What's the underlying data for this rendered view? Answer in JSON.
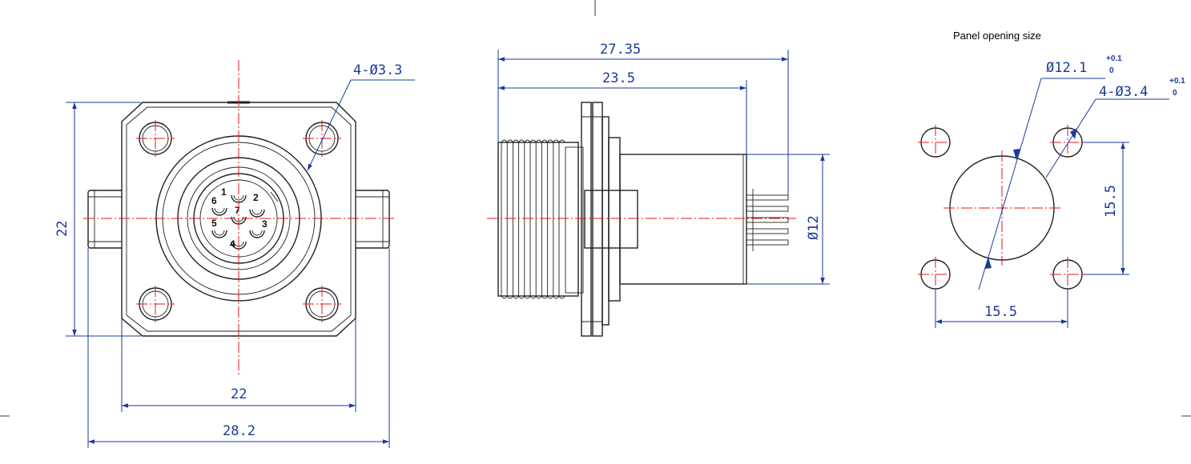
{
  "front_view": {
    "hole_callout": "4-Ø3.3",
    "dim_height": "22",
    "dim_hole_spacing": "22",
    "dim_overall_width": "28.2",
    "pin_labels": [
      "1",
      "2",
      "3",
      "4",
      "5",
      "6",
      "7"
    ]
  },
  "side_view": {
    "dim_overall_length": "27.35",
    "dim_body_length": "23.5",
    "dim_diameter": "Ø12"
  },
  "panel_cutout": {
    "title": "Panel opening size",
    "center_hole_callout": "Ø12.1",
    "center_hole_tolerance": [
      "+0.1",
      "0"
    ],
    "mount_hole_callout": "4-Ø3.4",
    "mount_hole_tolerance": [
      "+0.1",
      "0"
    ],
    "dim_vertical": "15.5",
    "dim_horizontal": "15.5"
  },
  "colors": {
    "outline": "#222222",
    "centerline": "#e0191b",
    "dimension": "#1a3a9c"
  }
}
